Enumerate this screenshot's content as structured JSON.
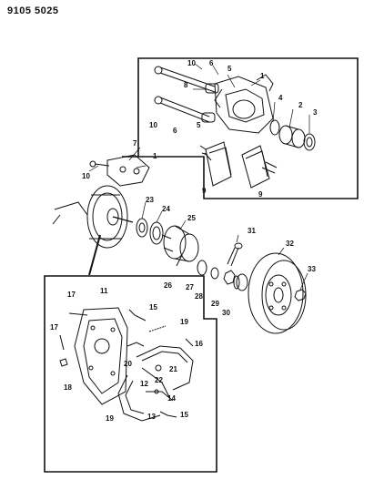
{
  "header": {
    "part_code": "9105 5025"
  },
  "callouts": {
    "c1": "1",
    "c2": "2",
    "c3": "3",
    "c4": "4",
    "c5": "5",
    "c6": "6",
    "c7": "7",
    "c8": "8",
    "c9": "9",
    "c10": "10",
    "c11": "11",
    "c12": "12",
    "c13": "13",
    "c14": "14",
    "c15": "15",
    "c16": "16",
    "c17": "17",
    "c18": "18",
    "c19": "19",
    "c20": "20",
    "c21": "21",
    "c22": "22",
    "c23": "23",
    "c24": "24",
    "c25": "25",
    "c26": "26",
    "c27": "27",
    "c28": "28",
    "c29": "29",
    "c30": "30",
    "c31": "31",
    "c32": "32",
    "c33": "33"
  }
}
